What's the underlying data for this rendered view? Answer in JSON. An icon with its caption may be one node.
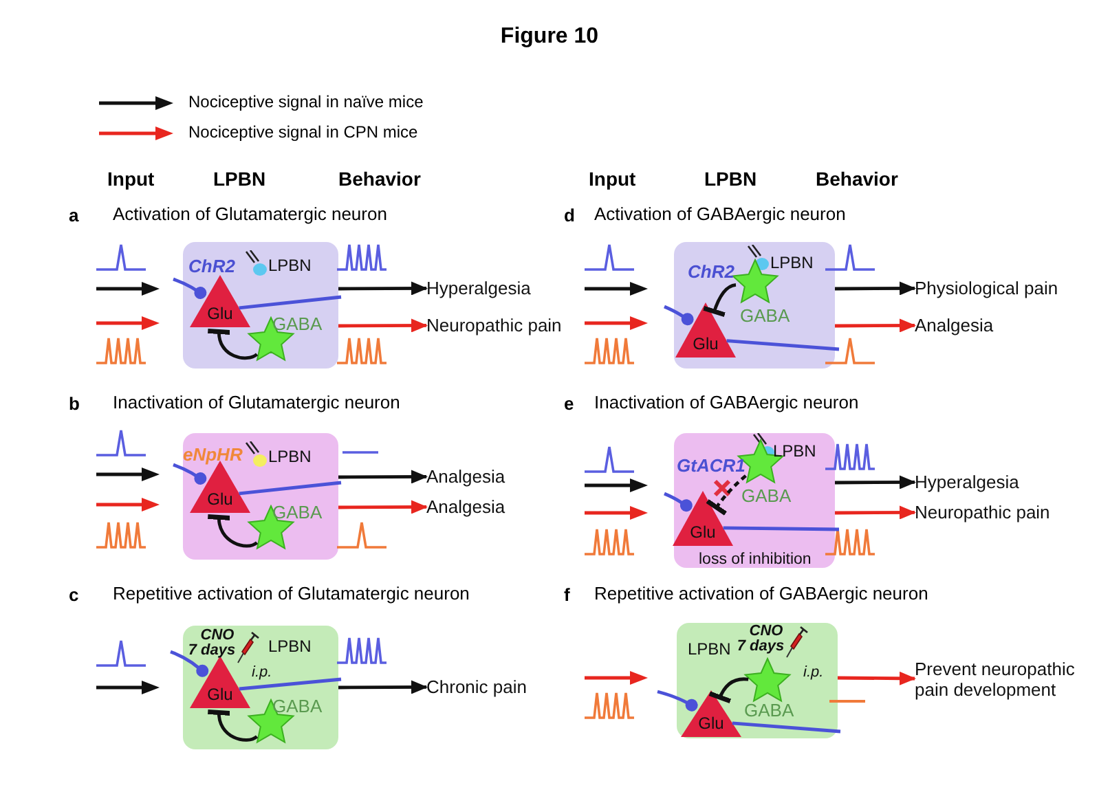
{
  "diagram": {
    "title": "Figure 10",
    "nodes": [
      {
        "text": [
          "ChR2",
          "LPBN"
        ]
      },
      {
        "text": [
          "Glu"
        ],
        "in": 0
      },
      {
        "text": [
          "GABA"
        ],
        "in": 0
      },
      {
        "text": [
          "Hyperalgesia"
        ]
      },
      {
        "text": [
          "Neuropathic pain"
        ]
      },
      {
        "text": [
          "eNpHR",
          "LPBN"
        ]
      },
      {
        "text": [
          "Glu"
        ],
        "in": 5
      },
      {
        "text": [
          "GABA"
        ],
        "in": 5
      },
      {
        "text": [
          "Analgesia"
        ]
      },
      {
        "text": [
          "Analgesia"
        ]
      },
      {
        "text": [
          "CNO 7 days",
          "LPBN",
          "i.p."
        ]
      },
      {
        "text": [
          "Glu"
        ],
        "in": 10
      },
      {
        "text": [
          "GABA"
        ],
        "in": 10
      },
      {
        "text": [
          "Chronic pain"
        ]
      },
      {
        "text": [
          "ChR2",
          "LPBN"
        ]
      },
      {
        "text": [
          "Glu"
        ],
        "in": 14
      },
      {
        "text": [
          "GABA"
        ],
        "in": 14
      },
      {
        "text": [
          "Physiological pain"
        ]
      },
      {
        "text": [
          "Analgesia"
        ]
      },
      {
        "text": [
          "GtACR1",
          "LPBN",
          "loss of inhibition"
        ]
      },
      {
        "text": [
          "Glu"
        ],
        "in": 19
      },
      {
        "text": [
          "GABA"
        ],
        "in": 19
      },
      {
        "text": [
          "Hyperalgesia"
        ]
      },
      {
        "text": [
          "Neuropathic pain"
        ]
      },
      {
        "text": [
          "LPBN",
          "CNO 7 days",
          "i.p."
        ]
      },
      {
        "text": [
          "Glu"
        ],
        "in": 24
      },
      {
        "text": [
          "GABA"
        ],
        "in": 24
      },
      {
        "text": [
          "Prevent neuropathic pain development"
        ]
      }
    ],
    "edges": [
      {
        "from": null,
        "to": 1,
        "arrow": "other",
        "color": "#4b52d8"
      },
      {
        "from": 1,
        "to": null,
        "arrow": "none",
        "color": "#4b52d8"
      },
      {
        "from": 2,
        "to": 1,
        "arrow": "other",
        "color": "#111111"
      },
      {
        "from": 0,
        "to": 3,
        "arrow": "to",
        "color": "#111111"
      },
      {
        "from": 0,
        "to": 4,
        "arrow": "to",
        "color": "#e8261f"
      },
      {
        "from": null,
        "to": 6,
        "arrow": "other",
        "color": "#4b52d8"
      },
      {
        "from": 6,
        "to": null,
        "arrow": "none",
        "color": "#4b52d8"
      },
      {
        "from": 7,
        "to": 6,
        "arrow": "other",
        "color": "#111111"
      },
      {
        "from": 5,
        "to": 8,
        "arrow": "to",
        "color": "#111111"
      },
      {
        "from": 5,
        "to": 9,
        "arrow": "to",
        "color": "#e8261f"
      },
      {
        "from": null,
        "to": 11,
        "arrow": "other",
        "color": "#4b52d8"
      },
      {
        "from": 11,
        "to": null,
        "arrow": "none",
        "color": "#4b52d8"
      },
      {
        "from": 12,
        "to": 11,
        "arrow": "other",
        "color": "#111111"
      },
      {
        "from": 10,
        "to": 13,
        "arrow": "to",
        "color": "#111111"
      },
      {
        "from": null,
        "to": 15,
        "arrow": "other",
        "color": "#4b52d8"
      },
      {
        "from": 15,
        "to": null,
        "arrow": "none",
        "color": "#4b52d8"
      },
      {
        "from": 16,
        "to": 15,
        "arrow": "other",
        "color": "#111111"
      },
      {
        "from": 14,
        "to": 17,
        "arrow": "to",
        "color": "#111111"
      },
      {
        "from": 14,
        "to": 18,
        "arrow": "to",
        "color": "#e8261f"
      },
      {
        "from": null,
        "to": 20,
        "arrow": "other",
        "color": "#4b52d8"
      },
      {
        "from": 20,
        "to": null,
        "arrow": "none",
        "color": "#4b52d8"
      },
      {
        "from": 21,
        "to": 20,
        "arrow": "other",
        "style": "dashed",
        "color": "#111111"
      },
      {
        "from": 19,
        "to": 22,
        "arrow": "to",
        "color": "#111111"
      },
      {
        "from": 19,
        "to": 23,
        "arrow": "to",
        "color": "#e8261f"
      },
      {
        "from": null,
        "to": 25,
        "arrow": "other",
        "color": "#4b52d8"
      },
      {
        "from": 25,
        "to": null,
        "arrow": "none",
        "color": "#4b52d8"
      },
      {
        "from": 26,
        "to": 25,
        "arrow": "other",
        "color": "#111111"
      },
      {
        "from": 24,
        "to": 27,
        "arrow": "to",
        "color": "#e8261f"
      }
    ],
    "labels": [
      "Input",
      "LPBN",
      "Behavior",
      "Input",
      "LPBN",
      "Behavior",
      "a",
      "Activation of Glutamatergic neuron",
      "d",
      "Activation of GABAergic neuron",
      "b",
      "Inactivation of Glutamatergic neuron",
      "e",
      "Inactivation of GABAergic neuron",
      "c",
      "Repetitive activation of Glutamatergic neuron",
      "f",
      "Repetitive activation of GABAergic neuron"
    ],
    "legend": [
      {
        "text": "Nociceptive signal in naïve mice"
      },
      {
        "text": "Nociceptive signal in CPN mice"
      }
    ]
  }
}
